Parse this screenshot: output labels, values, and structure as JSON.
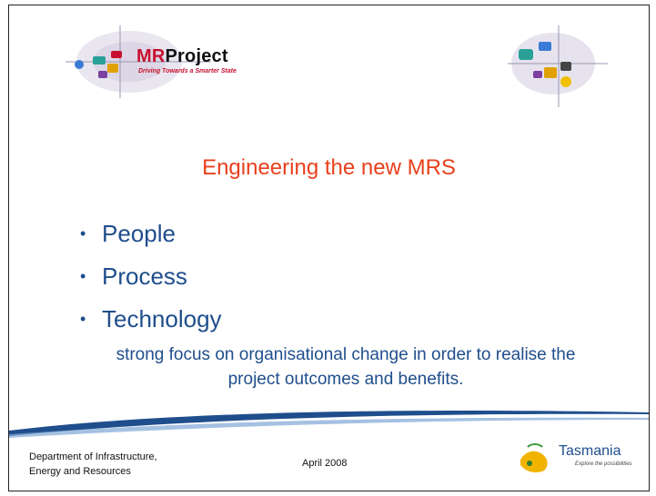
{
  "brand": {
    "name_prefix": "MR",
    "name_suffix": "Project",
    "tagline": "Driving Towards a Smarter State"
  },
  "heading": "Engineering the new MRS",
  "bullets": [
    {
      "label": "People"
    },
    {
      "label": "Process"
    },
    {
      "label": "Technology"
    }
  ],
  "bullet_glyph": "•",
  "focus_text": "strong focus on organisational change in order to realise the project outcomes and benefits.",
  "footer": {
    "department_line1": "Department of Infrastructure,",
    "department_line2": "Energy and Resources",
    "date": "April 2008",
    "logo_text": "Tasmania",
    "logo_tagline": "Explore the possibilities"
  },
  "colors": {
    "heading": "#e8401c",
    "body_text": "#1f4e8c",
    "brand_red": "#c8102e",
    "swoosh": "#1f4e8c"
  }
}
